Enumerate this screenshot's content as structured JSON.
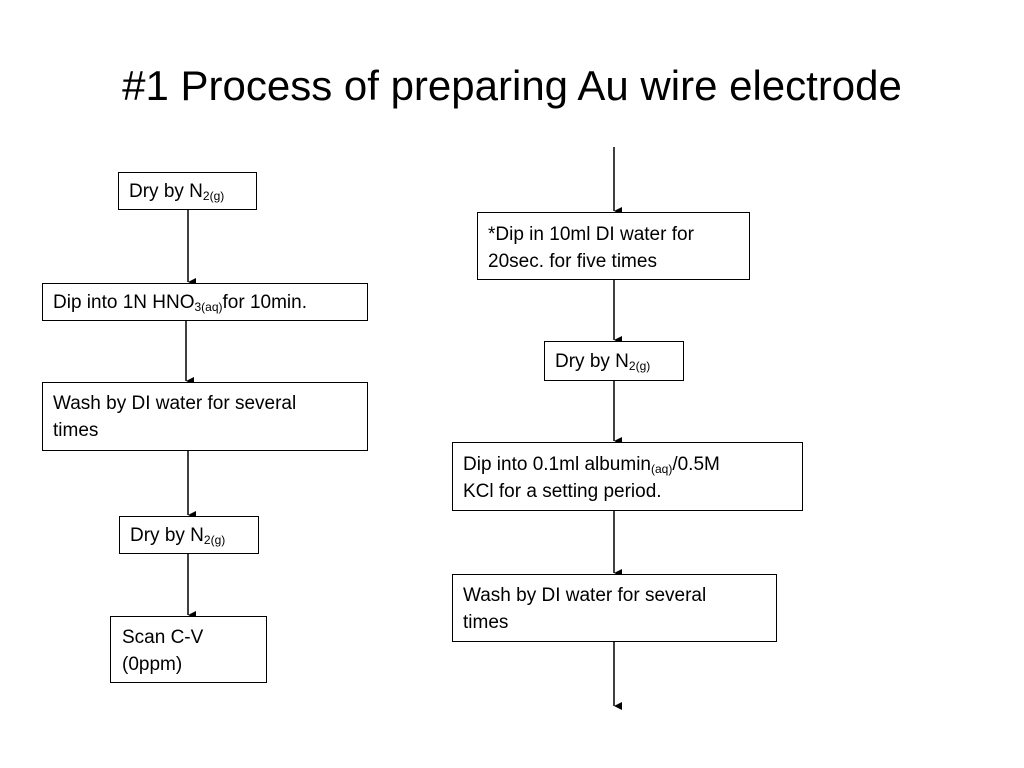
{
  "slide": {
    "title": "#1 Process of preparing Au wire electrode"
  },
  "left_column": [
    {
      "pre": "Dry by N",
      "sub": "2(g)",
      "post": ""
    },
    {
      "pre": "Dip into 1N HNO",
      "sub": "3(aq)",
      "post": "for 10min."
    },
    {
      "line1": "Wash by DI water for several",
      "line2": "times"
    },
    {
      "pre": "Dry by N",
      "sub": "2(g)",
      "post": ""
    },
    {
      "line1": "Scan C-V",
      "line2": "(0ppm)"
    }
  ],
  "right_column": [
    {
      "line1": "*Dip in 10ml DI water for",
      "line2": "20sec.  for five  times"
    },
    {
      "pre": "Dry by N",
      "sub": "2(g)",
      "post": ""
    },
    {
      "line1_pre": "Dip into 0.1ml albumin",
      "line1_sub": "(aq)",
      "line1_post": "/0.5M",
      "line2": "KCl for a setting  period."
    },
    {
      "line1": "Wash by DI water for several",
      "line2": "times"
    }
  ],
  "colors": {
    "stroke": "#000000",
    "background": "#ffffff"
  }
}
